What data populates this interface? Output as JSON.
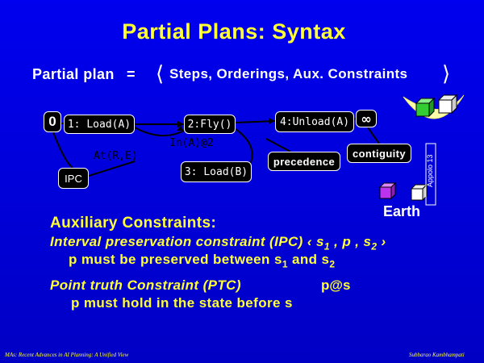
{
  "slide": {
    "title": "Partial Plans:  Syntax"
  },
  "plan_def": {
    "label": "Partial plan",
    "equals": "=",
    "left_bracket": "⟨",
    "tuple": "Steps, Orderings, Aux. Constraints",
    "right_bracket": "⟩"
  },
  "diagram": {
    "steps": {
      "start": "0",
      "s1": "1: Load(A)",
      "s2": "2:Fly()",
      "s4": "4:Unload(A)",
      "end": "∞",
      "ipc": "IPC",
      "s3": "3: Load(B)"
    },
    "labels": {
      "in_a": "In(A)@2",
      "at_r_e": "At(R,E)"
    },
    "callouts": {
      "precedence": "precedence",
      "contiguity": "contiguity"
    },
    "colors": {
      "link": "#000000",
      "moon": "#ffffaa",
      "block_green": "#33cc33",
      "block_blue": "#5577ff",
      "block_purple": "#bb33ee",
      "block_face": "#ffffff"
    },
    "earth_label": "Earth",
    "apollo_label": "Appolo 13"
  },
  "aux": {
    "heading": "Auxiliary Constraints:",
    "ipc_line": {
      "text": "Interval preservation constraint (IPC)  ‹ s",
      "s1_sub": "1",
      "mid": " ,  p , s",
      "s2_sub": "2",
      "close": " ›"
    },
    "ipc_explain": {
      "text": "p must  be preserved between s",
      "sub1": "1",
      "mid": " and s",
      "sub2": "2"
    },
    "ptc_line": "Point truth Constraint  (PTC)",
    "ptc_symbol": "p@s",
    "ptc_explain": "p must hold in the state before s"
  },
  "footer": {
    "left": "MAs: Recent Advances in AI Planning: A Unified View",
    "right": "Subbarao Kambhampati"
  }
}
